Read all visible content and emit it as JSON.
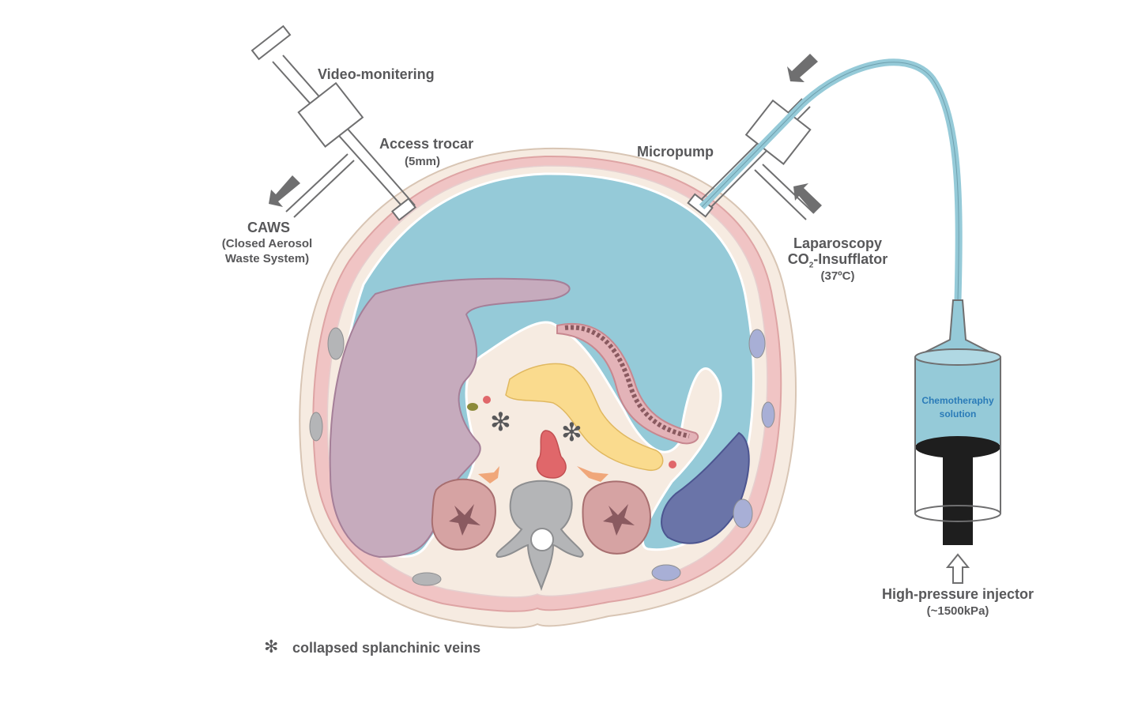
{
  "labels": {
    "video_monitoring": "Video-monitering",
    "access_trocar": "Access trocar",
    "access_trocar_size": "(5mm)",
    "micropump": "Micropump",
    "caws": "CAWS",
    "caws_line1": "(Closed Aerosol",
    "caws_line2": "Waste System)",
    "laparoscopy": "Laparoscopy",
    "co2_prefix": "CO",
    "co2_sub": "2",
    "co2_suffix": "-Insufflator",
    "temperature": "(37ºC)",
    "chemo_line1": "Chemotheraphy",
    "chemo_line2": "solution",
    "injector": "High-pressure injector",
    "injector_pressure": "(~1500kPa)",
    "legend": "collapsed splanchinic veins"
  },
  "icons": {
    "legend_symbol": "asterisk-icon",
    "flow_out": "arrow-icon",
    "flow_in": "arrow-icon",
    "push": "hollow-arrow-icon"
  },
  "colors": {
    "text": "#58585a",
    "chemo_text": "#2a7bb8",
    "fluid": "#95cad8",
    "skin": "#f6ebe1",
    "muscle": "#f0c4c4",
    "liver": "#c6abbd",
    "spleen": "#6a74a8",
    "pancreas": "#fadb8e",
    "kidney": "#d6a3a3",
    "bone": "#b4b5b7",
    "aorta": "#e0676a",
    "arrow": "#6f6f70",
    "injector_plunger": "#1e1e1e"
  }
}
